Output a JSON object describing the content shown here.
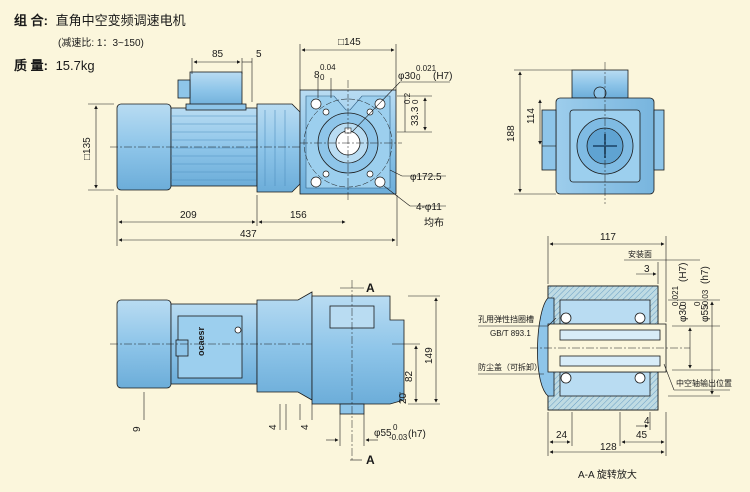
{
  "header": {
    "model_label": "组  合:",
    "model_value": "直角中空变频调速电机",
    "ratio_note": "(减速比: 1：3~150)",
    "weight_label": "质  量:",
    "weight_value": "15.7kg"
  },
  "top_view": {
    "dim_85": "85",
    "dim_5": "5",
    "dim_135": "□135",
    "dim_209": "209",
    "dim_156": "156",
    "dim_437": "437"
  },
  "end_view": {
    "dim_145": "□145",
    "keyway": "8",
    "keyway_tol": "0.04",
    "keyway_tol_low": "0",
    "bore": "φ30",
    "bore_tol": "0.021",
    "bore_tol_low": "0",
    "bore_fit": "(H7)",
    "dim_33": "33.3",
    "dim_33_tol": "0.2",
    "dim_33_tol_low": "0",
    "pcd": "φ172.5",
    "holes": "4-φ11",
    "holes_note": "均布"
  },
  "side_view": {
    "dim_114": "114",
    "dim_188": "188"
  },
  "front_view": {
    "section_a": "A",
    "brand": "ocaesr",
    "dim_149": "149",
    "dim_82": "82",
    "dim_20": "20",
    "dim_9": "9",
    "dim_4": "4",
    "shaft": "φ55",
    "shaft_tol": "0",
    "shaft_tol_low": "-0.03",
    "shaft_fit": "(h7)"
  },
  "section_view": {
    "dim_117": "117",
    "mount_face": "安装面",
    "dim_3": "3",
    "bore": "φ30",
    "bore_tol": "0.021",
    "bore_tol_low": "0",
    "bore_fit": "(H7)",
    "shaft": "φ55",
    "shaft_tol": "0",
    "shaft_tol_low": "-0.03",
    "shaft_fit": "(h7)",
    "retaining_ring": "孔用弹性挡圈槽",
    "standard": "GB/T 893.1",
    "dust_cover": "防尘盖（可拆卸）",
    "output_shaft": "中空轴输出位置",
    "dim_24": "24",
    "dim_4": "4",
    "dim_45": "45",
    "dim_128": "128",
    "caption": "A-A 旋转放大"
  },
  "colors": {
    "body": "#8ec5e9",
    "body_dark": "#5fa3d2",
    "body_light": "#b9dcf2",
    "line": "#1a1a1a",
    "background": "#fbf6dc"
  }
}
